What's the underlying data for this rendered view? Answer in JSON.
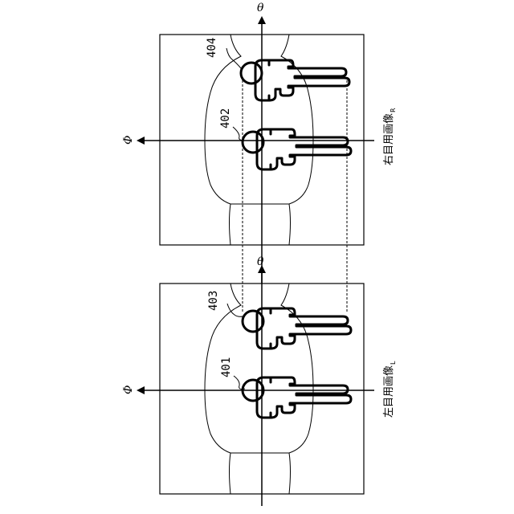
{
  "panels": [
    {
      "id": "right",
      "caption": "右目用画像",
      "caption_sub": "R",
      "phi_symbol": "Φ",
      "theta_symbol": "θ",
      "person_labels": [
        "402",
        "404"
      ]
    },
    {
      "id": "left",
      "caption": "左目用画像",
      "caption_sub": "L",
      "phi_symbol": "Φ",
      "theta_symbol": "θ",
      "person_labels": [
        "401",
        "403"
      ]
    }
  ],
  "colors": {
    "line": "#000000",
    "background": "#ffffff"
  }
}
